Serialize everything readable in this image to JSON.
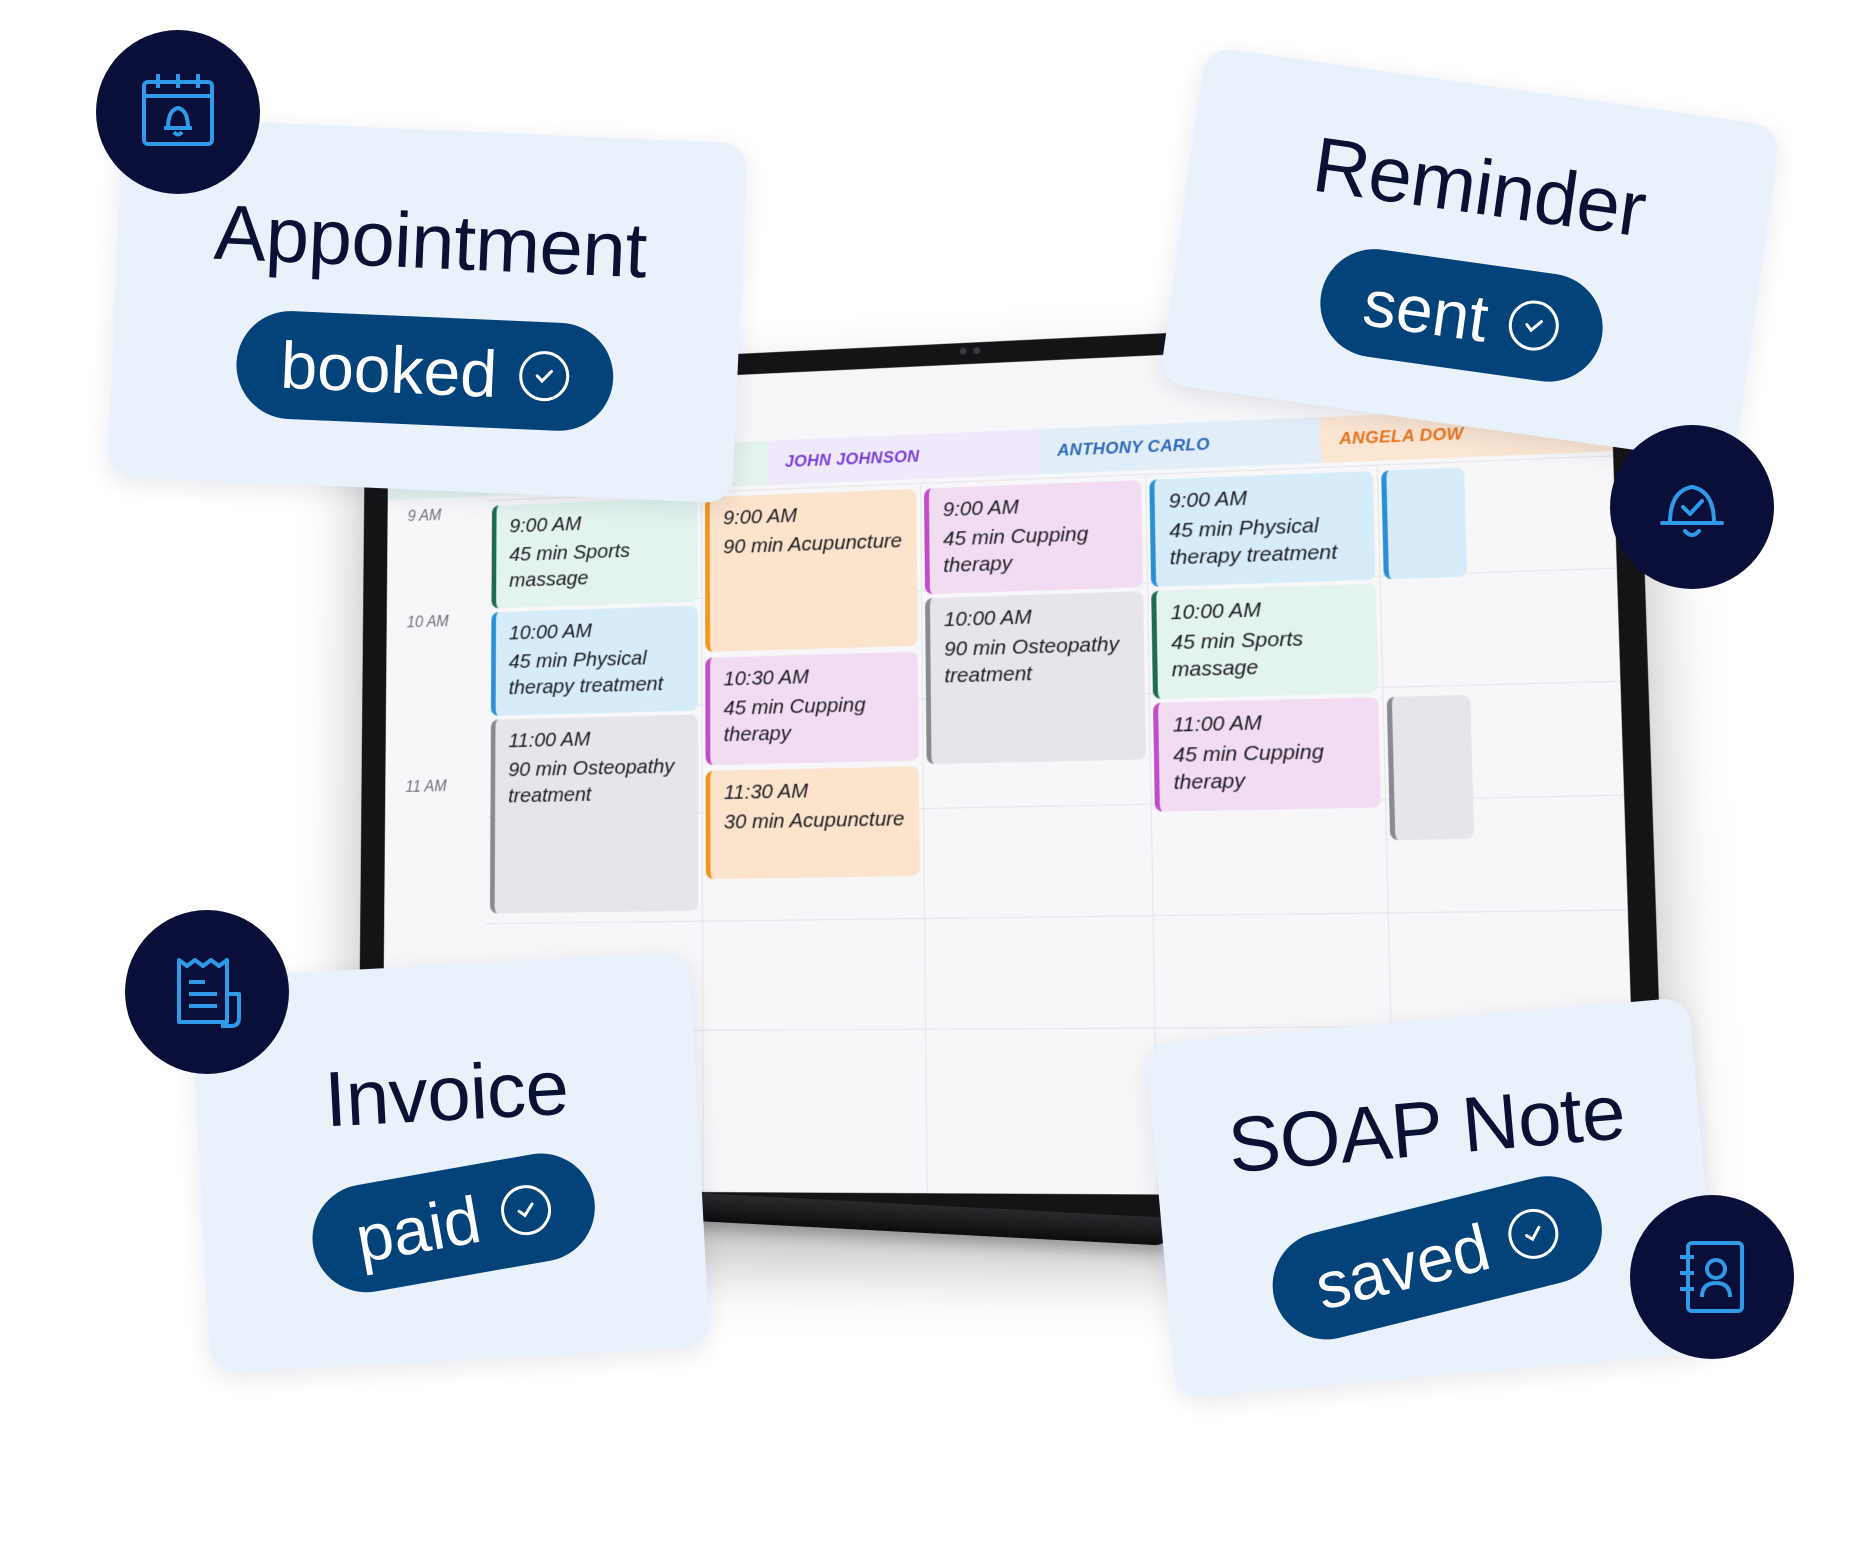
{
  "cards": {
    "appointment": {
      "title": "Appointment",
      "status": "booked"
    },
    "reminder": {
      "title": "Reminder",
      "status": "sent"
    },
    "invoice": {
      "title": "Invoice",
      "status": "paid"
    },
    "soap_note": {
      "title": "SOAP Note",
      "status": "saved"
    }
  },
  "icons": {
    "appointment": "calendar-bell-icon",
    "reminder": "bell-check-icon",
    "invoice": "receipt-icon",
    "soap_note": "contact-book-icon"
  },
  "colors": {
    "card_bg": "#e9f1fb",
    "pill": "#04427a",
    "badge": "#0a0f3a",
    "icon_stroke": "#2f9be8"
  },
  "calendar": {
    "staff": [
      "JOHN JOHNSON",
      "ANTHONY CARLO",
      "ANGELA DOW"
    ],
    "times": [
      "9 AM",
      "10 AM",
      "11 AM"
    ],
    "events": [
      {
        "time": "9:00 AM",
        "text": "45 min Sports massage"
      },
      {
        "time": "10:00 AM",
        "text": "45 min Physical therapy treatment"
      },
      {
        "time": "11:00 AM",
        "text": "90 min Osteopathy treatment"
      },
      {
        "time": "9:00 AM",
        "text": "90 min Acupuncture"
      },
      {
        "time": "10:30 AM",
        "text": "45 min Cupping therapy"
      },
      {
        "time": "11:30 AM",
        "text": "30 min Acupuncture"
      },
      {
        "time": "9:00 AM",
        "text": "45 min Cupping therapy"
      },
      {
        "time": "10:00 AM",
        "text": "90 min Osteopathy treatment"
      },
      {
        "time": "9:00 AM",
        "text": "45 min Physical therapy treatment"
      },
      {
        "time": "10:00 AM",
        "text": "45 min Sports massage"
      },
      {
        "time": "11:00 AM",
        "text": "45 min Cupping therapy"
      }
    ]
  }
}
